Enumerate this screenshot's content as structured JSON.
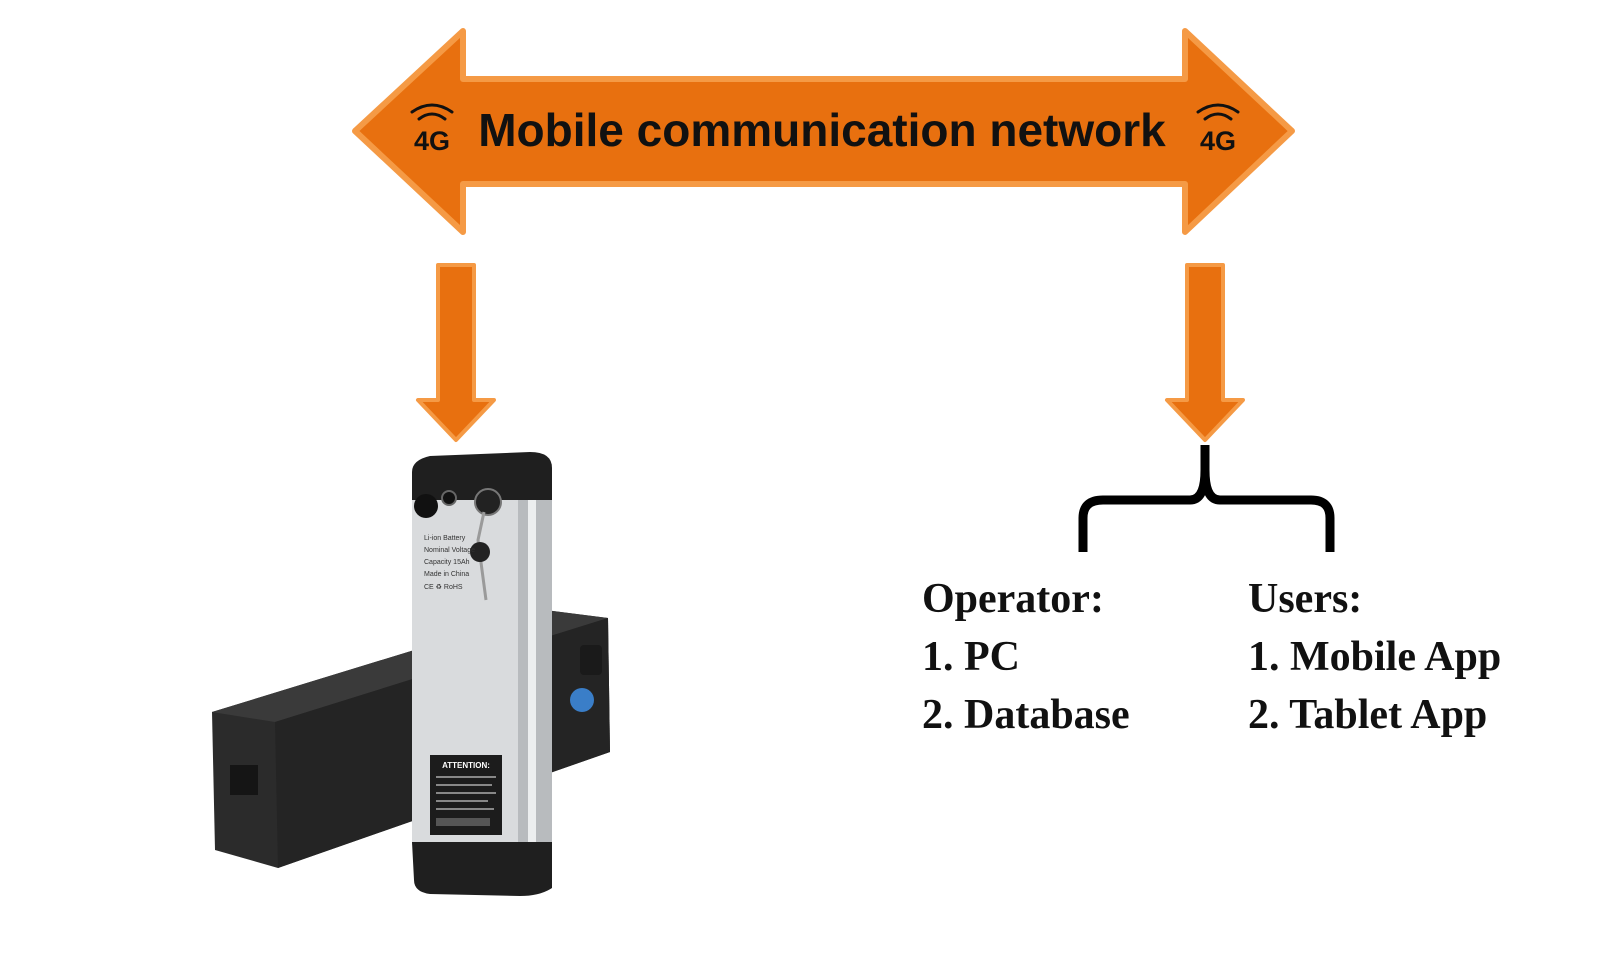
{
  "colors": {
    "arrow_fill": "#e8700f",
    "arrow_edge": "#f59a45",
    "text": "#111111",
    "bracket": "#000000",
    "battery_body": "#2a2a2a",
    "battery_silver": "#d8dadc"
  },
  "icons": {
    "network_left": "4g-signal-icon",
    "network_right": "4g-signal-icon"
  },
  "network": {
    "title": "Mobile communication network",
    "icon_label": "4G"
  },
  "battery": {
    "label_lines": [
      "Li-ion Battery",
      "Nominal Voltage",
      "Capacity 15Ah",
      "Made in China",
      "CE ♻ RoHS"
    ],
    "attention": "ATTENTION:"
  },
  "operator": {
    "heading": "Operator:",
    "items": [
      "1. PC",
      "2. Database"
    ]
  },
  "users": {
    "heading": "Users:",
    "items": [
      "1. Mobile App",
      "2. Tablet App"
    ]
  }
}
